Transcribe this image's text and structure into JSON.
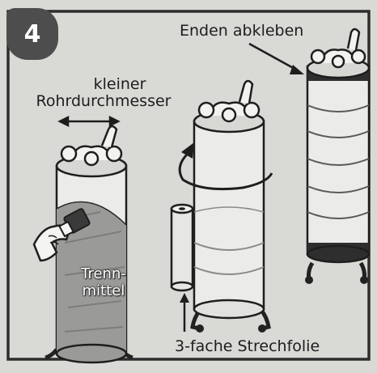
{
  "step_badge": "4",
  "labels": {
    "diameter_line1": "kleiner",
    "diameter_line2": "Rohrdurchmesser",
    "tape_ends": "Enden abkleben",
    "release_agent_line1": "Trenn-",
    "release_agent_line2": "mittel",
    "wrap_foil": "3-fache Strechfolie"
  },
  "colors": {
    "frame": "#2d2d2d",
    "background": "#d9d9d5",
    "badge": "#4d4d4d",
    "tube_fill": "#ebebea",
    "coating": "#9a9a98",
    "tape": "#2e2e2e"
  },
  "icons": [
    "paint-brush-icon",
    "hand-icon",
    "rotation-arrow-icon"
  ]
}
